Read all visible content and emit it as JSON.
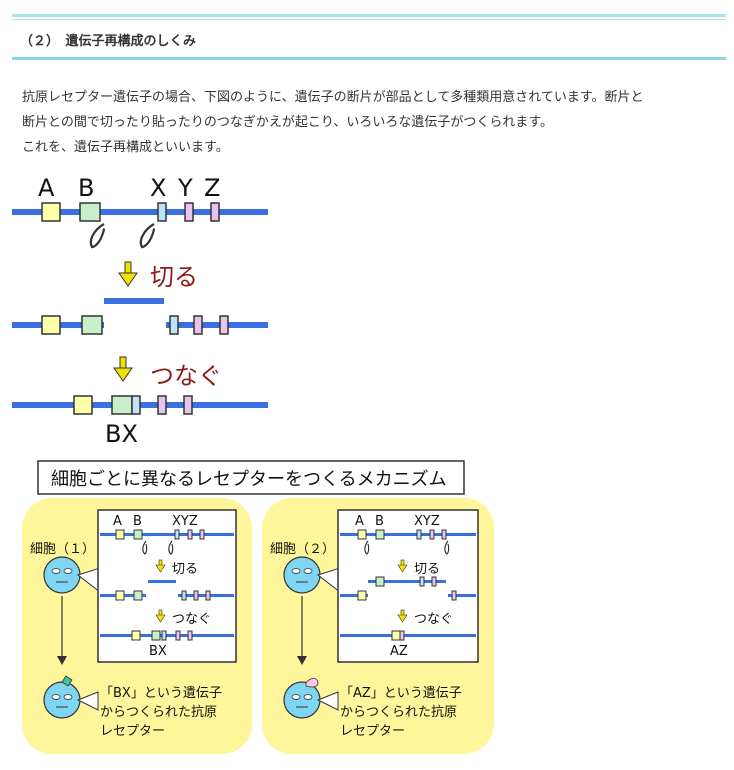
{
  "heading": "（２）　遺伝子再構成のしくみ",
  "paragraph_lines": [
    "抗原レセプター遺伝子の場合、下図のように、遺伝子の断片が部品として多種類用意されています。断片と",
    "断片との間で切ったり貼ったりのつなぎかえが起こり、いろいろな遺伝子がつくられます。",
    "これを、遺伝子再構成といいます。"
  ],
  "top_diagram": {
    "segment_labels": [
      "A",
      "B",
      "X",
      "Y",
      "Z"
    ],
    "cut_label": "切る",
    "join_label": "つなぐ",
    "result_label": "BX"
  },
  "mechanism_title": "細胞ごとに異なるレセプターをつくるメカニズム",
  "cells": [
    {
      "name": "細胞（１）",
      "labels": [
        "A",
        "B",
        "XYZ"
      ],
      "cut_label": "切る",
      "join_label": "つなぐ",
      "result_label": "BX",
      "caption_lines": [
        "「BX」という遺伝子",
        "からつくられた抗原",
        "レセプター"
      ]
    },
    {
      "name": "細胞（２）",
      "labels": [
        "A",
        "B",
        "XYZ"
      ],
      "cut_label": "切る",
      "join_label": "つなぐ",
      "result_label": "AZ",
      "caption_lines": [
        "「AZ」という遺伝子",
        "からつくられた抗原",
        "レセプター"
      ]
    }
  ],
  "colors": {
    "dna_line": "#3a6fe0",
    "segment_yellow": "#ffffa8",
    "segment_green": "#c8f0c8",
    "segment_blue": "#bfe3f7",
    "segment_pink": "#e8c4ee",
    "arrow_yellow": "#f2e200",
    "cut_text": "#8b1a1a",
    "cell_panel": "#fff59a",
    "cell_face": "#7ed6f2",
    "header_rule": "#8fd3ea"
  }
}
